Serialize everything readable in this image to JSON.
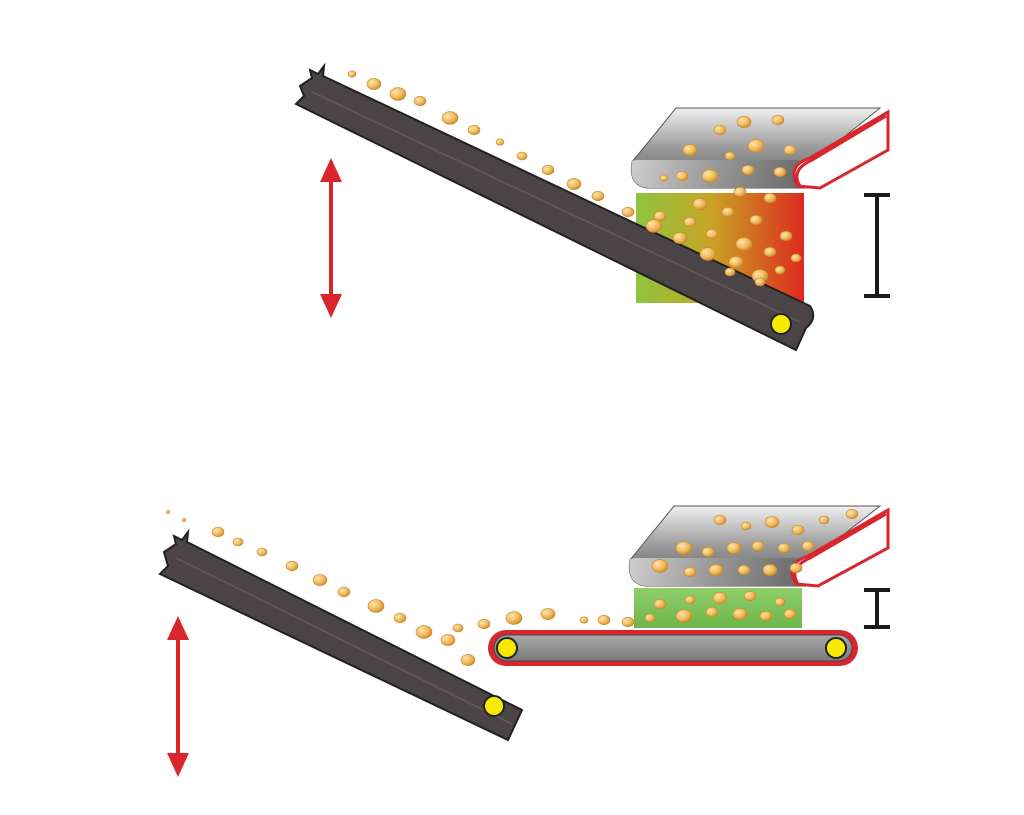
{
  "colors": {
    "background": "#ffffff",
    "belt_dark": "#4a4446",
    "belt_edge": "#222022",
    "roller": "#f7ea00",
    "arrow_red": "#d8262c",
    "conveyor_red": "#d8262c",
    "conveyor_gray": "#8e8e8e",
    "hopper_gray_light": "#e6e6e6",
    "hopper_gray_dark": "#6b6b6b",
    "bin_green": "#7ec142",
    "bin_red": "#dd2a1e",
    "gap_marker": "#1a1a1a",
    "particle_light": "#f5c97a",
    "particle_dark": "#d99a3a"
  },
  "panels": [
    {
      "id": "top",
      "state": "feeder-inclined-high",
      "fill_gradient": "green-to-red"
    },
    {
      "id": "bottom",
      "state": "feeder-lowered-with-belt",
      "fill_gradient": "green"
    }
  ],
  "icons": [
    "vertical-double-arrow-icon",
    "gap-height-icon",
    "roller-icon"
  ]
}
